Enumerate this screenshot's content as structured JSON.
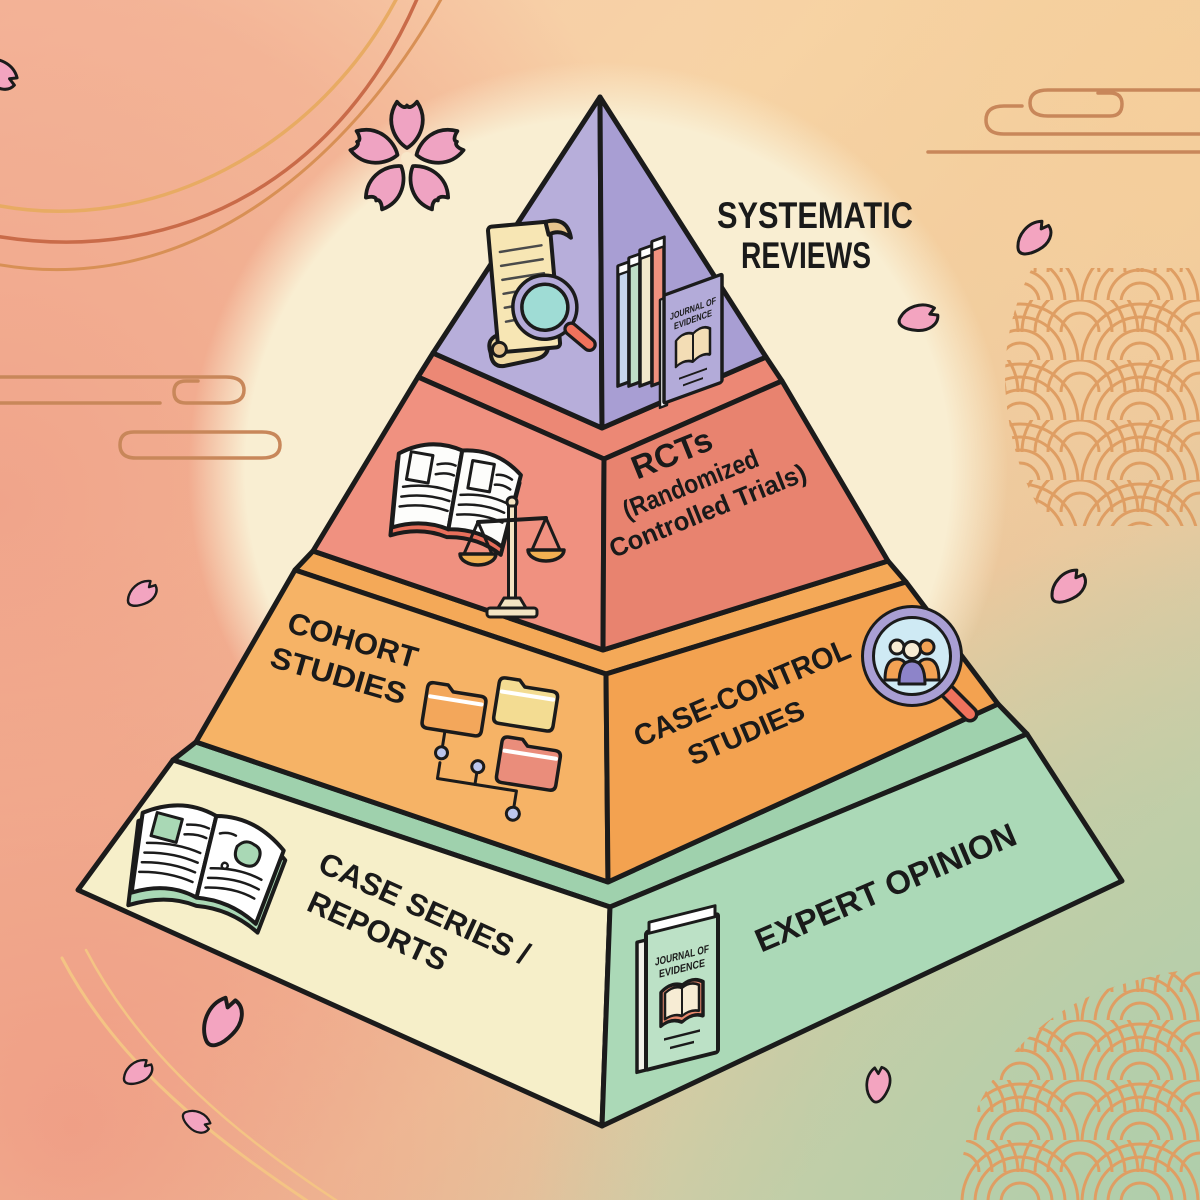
{
  "diagram": {
    "type": "pyramid-hierarchy",
    "pyramid": {
      "levels": [
        {
          "rank": 1,
          "name": "systematic-reviews",
          "label_lines": [
            "SYSTEMATIC",
            "REVIEWS"
          ],
          "colors": {
            "left": "#b7aeda",
            "right": "#a89ed3"
          },
          "icons": [
            "scroll-with-magnifier",
            "journal-stack"
          ]
        },
        {
          "rank": 2,
          "name": "rcts",
          "label_lines": [
            "RCTs",
            "(Randomized",
            "Controlled Trials)"
          ],
          "colors": {
            "left": "#f09180",
            "right": "#e8836f",
            "ledge": "#ec8875"
          },
          "icons": [
            "open-book-with-scales"
          ]
        },
        {
          "rank": 3,
          "name": "cohort-and-case-control-studies",
          "label_lines_left": [
            "COHORT",
            "STUDIES"
          ],
          "label_lines_right": [
            "CASE-CONTROL",
            "STUDIES"
          ],
          "colors": {
            "left": "#f6b366",
            "right": "#f3a250",
            "ledge": "#f4a958"
          },
          "icons": [
            "linked-folders",
            "magnifier-with-people"
          ]
        },
        {
          "rank": 4,
          "name": "case-series-and-expert-opinion",
          "label_lines_left": [
            "CASE SERIES /",
            "REPORTS"
          ],
          "label_lines_right": [
            "EXPERT OPINION"
          ],
          "colors": {
            "left": "#f6efc9",
            "right": "#abd9b7",
            "ledge": "#9fd1ad"
          },
          "icons": [
            "open-book",
            "journal-of-evidence-book"
          ]
        }
      ]
    },
    "journal_cover": {
      "line1": "JOURNAL OF",
      "line2": "EVIDENCE"
    },
    "background": {
      "outline_color": "#1b1b1b",
      "petal_color": "#f3a4c0",
      "flower_color": "#efa3c2",
      "wave_pattern_color": "#df9e63",
      "cloud_line_color": "#c8875a",
      "cream_circle_color": "#f9eed2",
      "corner_colors": {
        "top_left": "#f7c6a8",
        "top_right": "#f6cf9b",
        "bottom_left": "#ef9b84",
        "bottom_right": "#afccab"
      }
    }
  }
}
